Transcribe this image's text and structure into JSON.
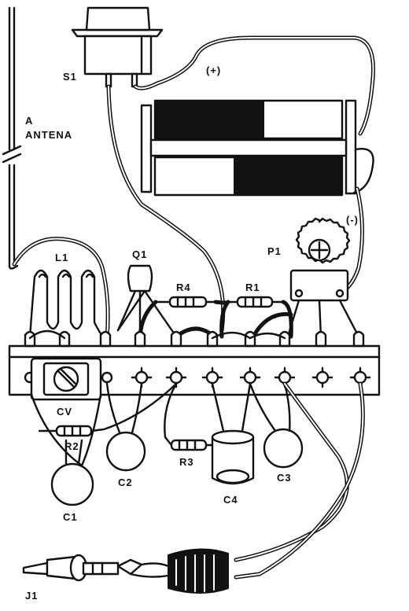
{
  "labels": {
    "s1": "S1",
    "plus": "(+)",
    "minus": "(-)",
    "antenna_a": "A",
    "antenna_word": "ANTENA",
    "l1": "L1",
    "q1": "Q1",
    "r4": "R4",
    "r1": "R1",
    "p1": "P1",
    "cv": "CV",
    "r2": "R2",
    "r3": "R3",
    "c1": "C1",
    "c2": "C2",
    "c3": "C3",
    "c4": "C4",
    "j1": "J1"
  },
  "colors": {
    "ink": "#111111",
    "paper": "#ffffff"
  }
}
